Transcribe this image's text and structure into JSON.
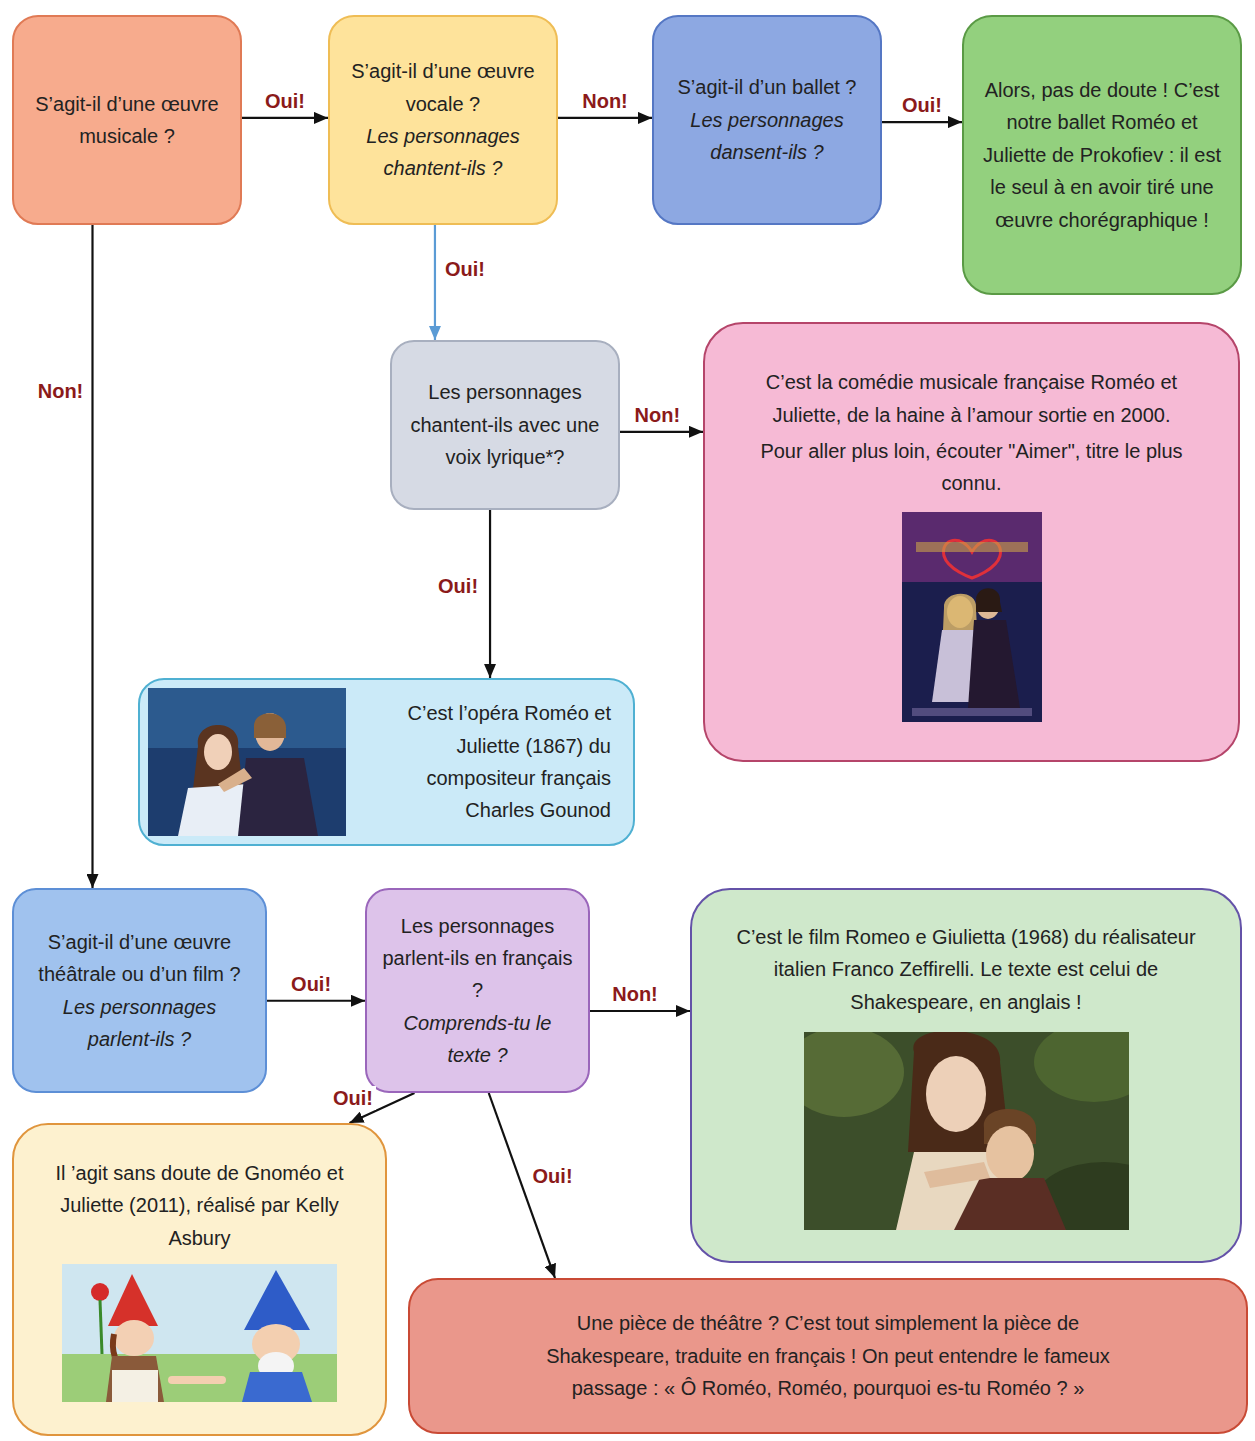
{
  "diagram": {
    "nodes": [
      {
        "text": [
          "S’agit-il d’une œuvre musicale ?"
        ]
      },
      {
        "text": [
          "S’agit-il d’une œuvre vocale ?",
          "Les personnages chantent-ils ?"
        ]
      },
      {
        "text": [
          "S’agit-il d’un ballet ?",
          "Les personnages dansent-ils ?"
        ]
      },
      {
        "text": [
          "Alors, pas de doute ! C’est notre ballet Roméo et Juliette de Prokofiev : il est le seul à en avoir tiré une œuvre chorégraphique !"
        ]
      },
      {
        "text": [
          "Les personnages chantent-ils avec une voix lyrique*?"
        ]
      },
      {
        "text": [
          "C’est la comédie musicale française Roméo et Juliette, de la haine à l’amour sortie en 2000.",
          "Pour aller plus loin, écouter \"Aimer\", titre le plus connu."
        ]
      },
      {
        "text": [
          "C’est l’opéra Roméo et Juliette (1867) du compositeur français Charles Gounod"
        ]
      },
      {
        "text": [
          "S’agit-il d’une œuvre théâtrale ou d’un film ?",
          "Les personnages parlent-ils ?"
        ]
      },
      {
        "text": [
          "Les personnages parlent-ils en français ?",
          "Comprends-tu le texte ?"
        ]
      },
      {
        "text": [
          "C’est le film Romeo e Giulietta (1968) du réalisateur italien Franco Zeffirelli. Le texte est celui de Shakespeare, en anglais !"
        ]
      },
      {
        "text": [
          "Il ’agit sans doute de Gnoméo et Juliette (2011), réalisé par Kelly Asbury"
        ]
      },
      {
        "text": [
          "Une pièce de théâtre ? C’est tout simplement la pièce de Shakespeare, traduite en français ! On peut entendre le fameux passage : « Ô Roméo, Roméo, pourquoi es-tu Roméo ? »"
        ]
      }
    ],
    "edges": [
      {
        "from": 0,
        "to": 1,
        "arrow": "to",
        "label": "Oui!"
      },
      {
        "from": 1,
        "to": 2,
        "arrow": "to",
        "label": "Non!"
      },
      {
        "from": 2,
        "to": 3,
        "arrow": "to",
        "label": "Oui!"
      },
      {
        "from": 1,
        "to": 4,
        "arrow": "to",
        "label": "Oui!"
      },
      {
        "from": 4,
        "to": 5,
        "arrow": "to",
        "label": "Non!"
      },
      {
        "from": 4,
        "to": 6,
        "arrow": "to",
        "label": "Oui!"
      },
      {
        "from": 0,
        "to": 7,
        "arrow": "to",
        "label": "Non!"
      },
      {
        "from": 7,
        "to": 8,
        "arrow": "to",
        "label": "Oui!"
      },
      {
        "from": 8,
        "to": 9,
        "arrow": "to",
        "label": "Non!"
      },
      {
        "from": 8,
        "to": 10,
        "arrow": "to",
        "label": "Oui!"
      },
      {
        "from": 8,
        "to": 11,
        "arrow": "to",
        "label": "Oui!"
      }
    ]
  }
}
